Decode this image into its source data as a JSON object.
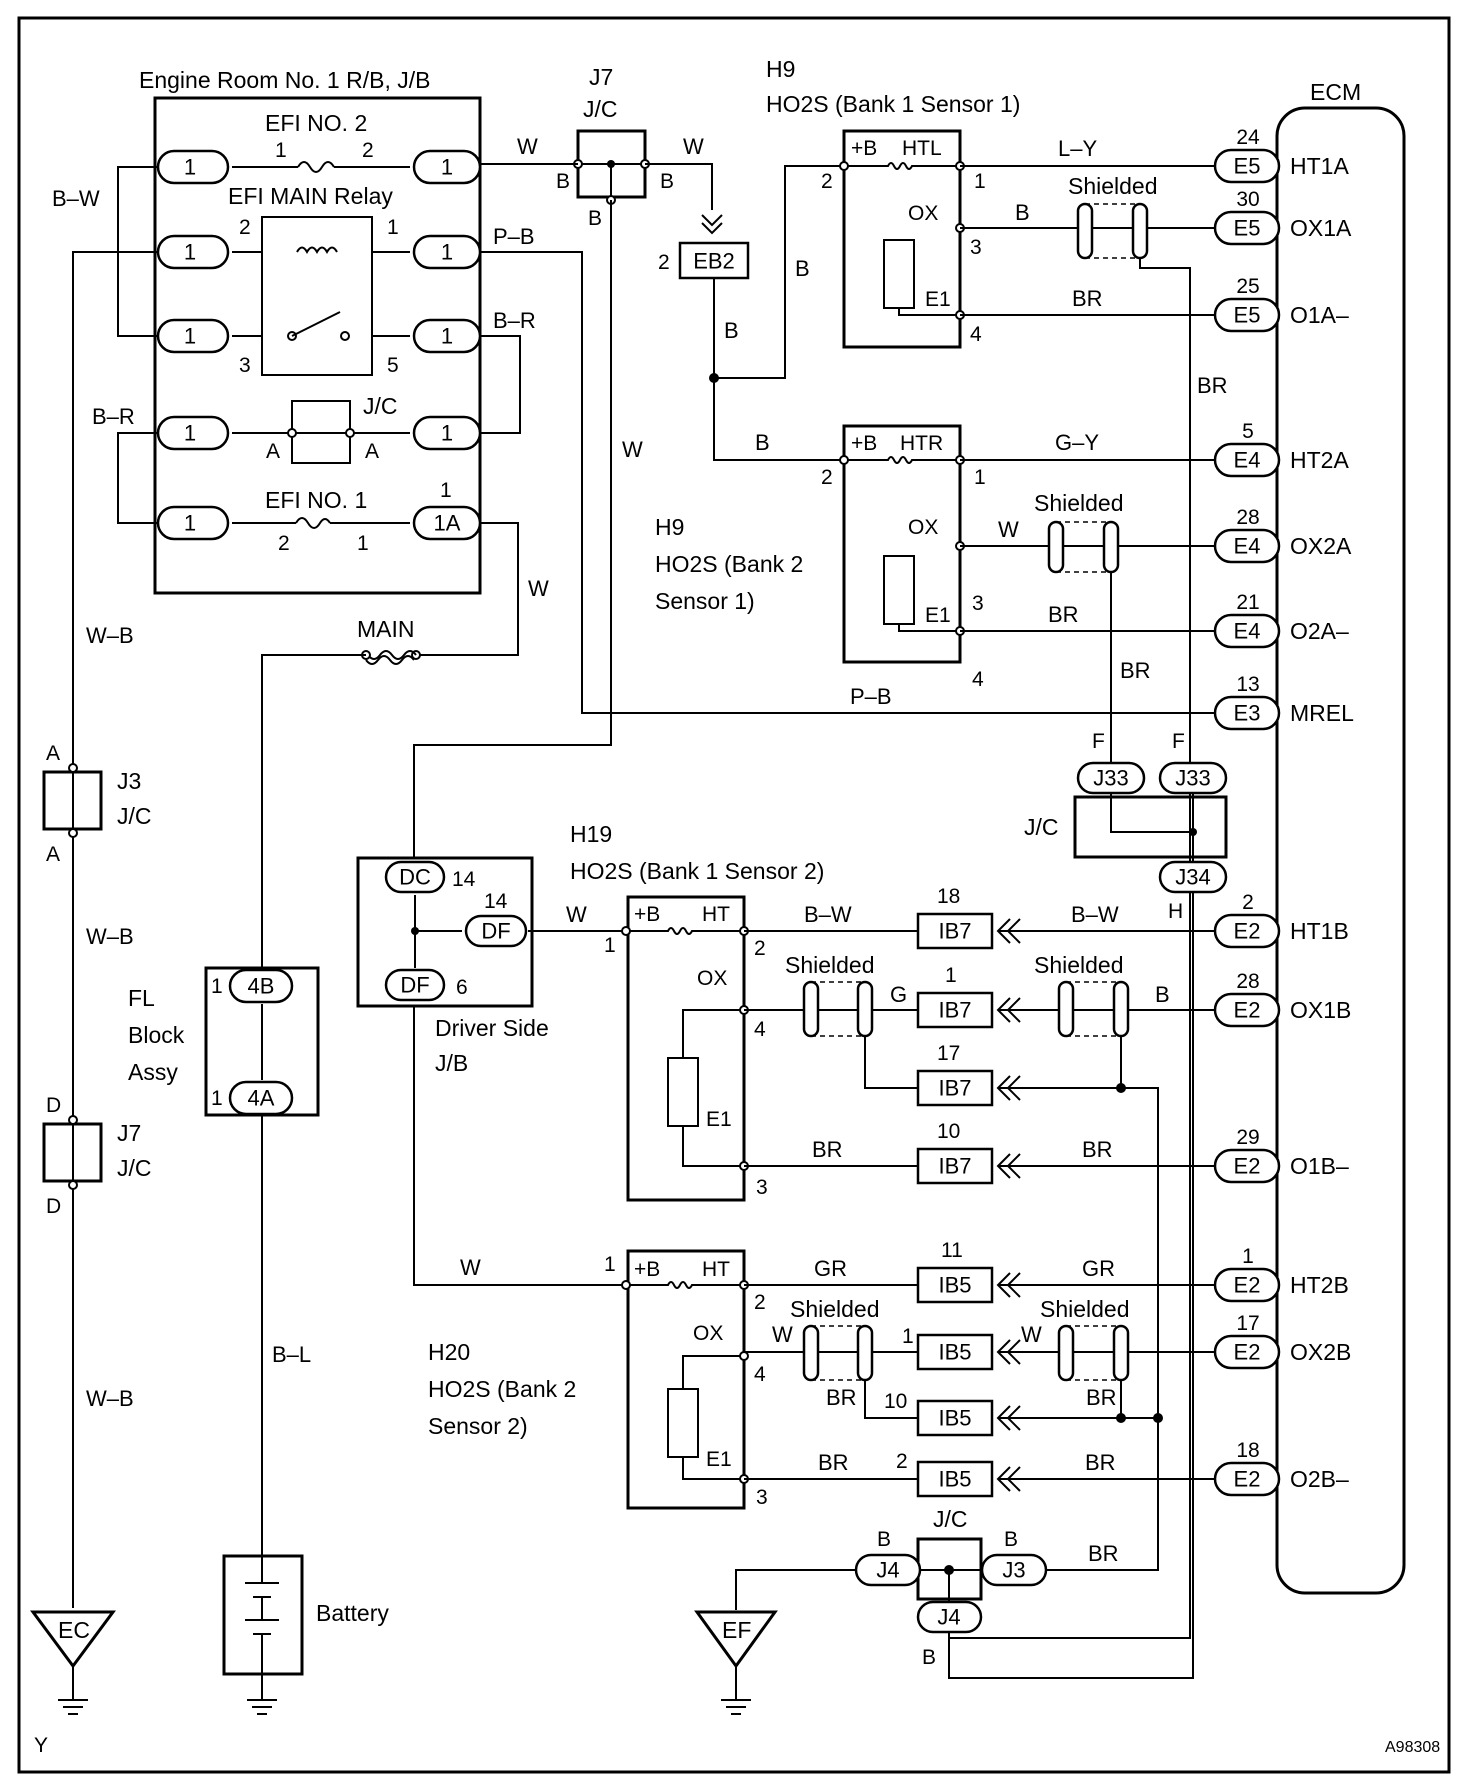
{
  "diagram_id": "A98308",
  "corner_letter": "Y",
  "engine_room": {
    "title": "Engine Room No. 1 R/B, J/B",
    "efi_no2": "EFI NO. 2",
    "efi_main_relay": "EFI MAIN Relay",
    "jc": "J/C",
    "efi_no1": "EFI NO. 1",
    "conn_1": "1",
    "conn_1a": "1A"
  },
  "j7_top": {
    "id": "J7",
    "name": "J/C"
  },
  "eb2": "EB2",
  "main_fuse": "MAIN",
  "ecm": {
    "title": "ECM",
    "terminals": [
      {
        "pin": "24",
        "conn": "E5",
        "name": "HT1A"
      },
      {
        "pin": "30",
        "conn": "E5",
        "name": "OX1A"
      },
      {
        "pin": "25",
        "conn": "E5",
        "name": "O1A–"
      },
      {
        "pin": "5",
        "conn": "E4",
        "name": "HT2A"
      },
      {
        "pin": "28",
        "conn": "E4",
        "name": "OX2A"
      },
      {
        "pin": "21",
        "conn": "E4",
        "name": "O2A–"
      },
      {
        "pin": "13",
        "conn": "E3",
        "name": "MREL"
      },
      {
        "pin": "2",
        "conn": "E2",
        "name": "HT1B"
      },
      {
        "pin": "28",
        "conn": "E2",
        "name": "OX1B"
      },
      {
        "pin": "29",
        "conn": "E2",
        "name": "O1B–"
      },
      {
        "pin": "1",
        "conn": "E2",
        "name": "HT2B"
      },
      {
        "pin": "17",
        "conn": "E2",
        "name": "OX2B"
      },
      {
        "pin": "18",
        "conn": "E2",
        "name": "O2B–"
      }
    ]
  },
  "h9_b1": {
    "id": "H9",
    "name": "HO2S (Bank 1 Sensor 1)",
    "pin_b": "+B",
    "pin_ht": "HTL",
    "pin_ox": "OX",
    "pin_e1": "E1"
  },
  "h9_b2": {
    "id": "H9",
    "name_1": "HO2S (Bank 2",
    "name_2": "Sensor 1)",
    "pin_b": "+B",
    "pin_ht": "HTR",
    "pin_ox": "OX",
    "pin_e1": "E1"
  },
  "h19": {
    "id": "H19",
    "name": "HO2S (Bank 1 Sensor 2)",
    "pin_b": "+B",
    "pin_ht": "HT",
    "pin_ox": "OX",
    "pin_e1": "E1"
  },
  "h20": {
    "id": "H20",
    "name_1": "HO2S (Bank 2",
    "name_2": "Sensor 2)",
    "pin_b": "+B",
    "pin_ht": "HT",
    "pin_ox": "OX",
    "pin_e1": "E1"
  },
  "shielded": "Shielded",
  "j33": "J33",
  "j34": "J34",
  "jc": "J/C",
  "driver_jb": {
    "name_1": "Driver Side",
    "name_2": "J/B",
    "dc": "DC",
    "df": "DF"
  },
  "fl_block": {
    "name_1": "FL",
    "name_2": "Block",
    "name_3": "Assy",
    "c4b": "4B",
    "c4a": "4A"
  },
  "j3_left": {
    "id": "J3",
    "name": "J/C"
  },
  "j7_left": {
    "id": "J7",
    "name": "J/C"
  },
  "ib7": "IB7",
  "ib5": "IB5",
  "j4": "J4",
  "j3": "J3",
  "battery": "Battery",
  "ground_ec": "EC",
  "ground_ef": "EF",
  "wire_colors": {
    "w": "W",
    "b": "B",
    "br": "BR",
    "bw": "B–W",
    "pb": "P–B",
    "br_red": "B–R",
    "wb": "W–B",
    "bl": "B–L",
    "ly": "L–Y",
    "gy": "G–Y",
    "g": "G",
    "gr": "GR"
  }
}
